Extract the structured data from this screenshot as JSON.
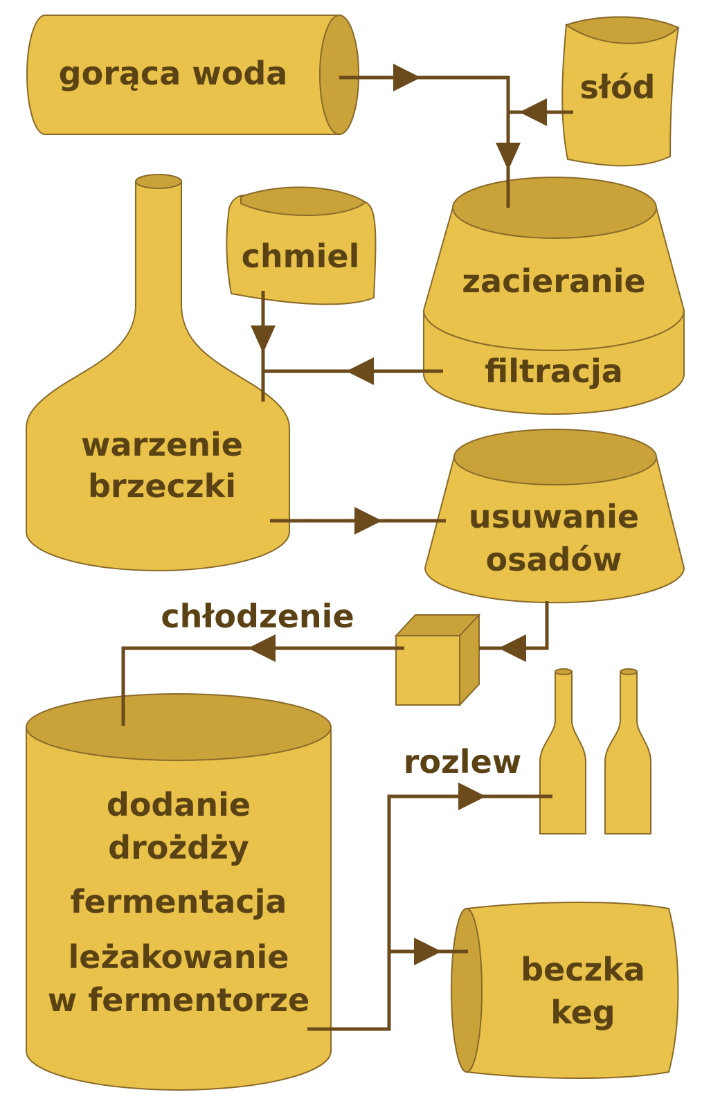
{
  "colors": {
    "fill": "#e8c24a",
    "shade": "#c9a33a",
    "stroke": "#8a6a2a",
    "arrow": "#6b4a1c",
    "text": "#5a4214"
  },
  "labels": {
    "hot_water": "gorąca woda",
    "malt": "słód",
    "hops": "chmiel",
    "mashing": "zacieranie",
    "filtration": "filtracja",
    "boiling_1": "warzenie",
    "boiling_2": "brzeczki",
    "sediment_1": "usuwanie",
    "sediment_2": "osadów",
    "cooling": "chłodzenie",
    "yeast_1": "dodanie",
    "yeast_2": "drożdży",
    "fermentation": "fermentacja",
    "lagering_1": "leżakowanie",
    "lagering_2": "w fermentorze",
    "bottling": "rozlew",
    "keg_1": "beczka",
    "keg_2": "keg"
  }
}
